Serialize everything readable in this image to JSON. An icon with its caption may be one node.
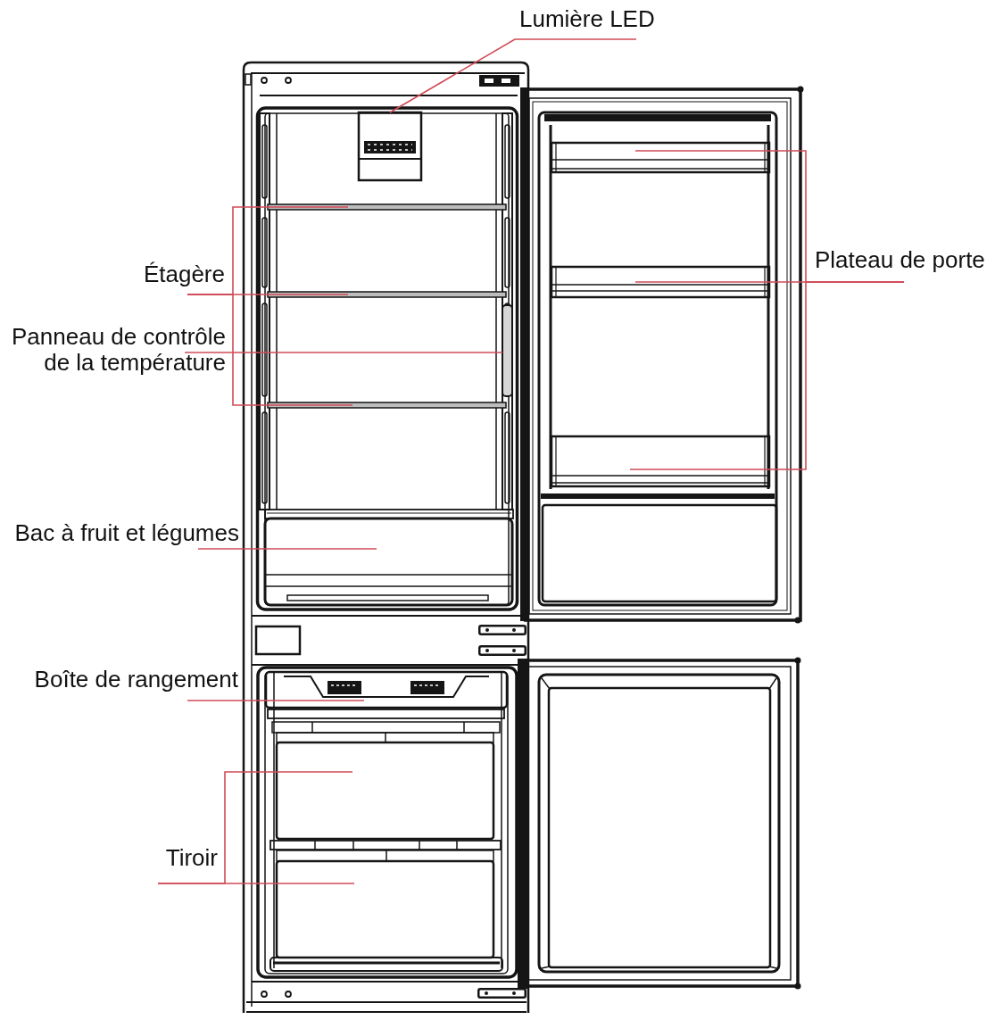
{
  "diagram": {
    "nodes": [
      {
        "text": [
          "Lumière LED"
        ]
      },
      {
        "text": [],
        "shape": "box"
      },
      {
        "text": [
          "Étagère"
        ]
      },
      {
        "text": [],
        "shape": "bar"
      },
      {
        "text": [],
        "shape": "bar"
      },
      {
        "text": [],
        "shape": "bar"
      },
      {
        "text": [
          "Panneau de contrôle de la température"
        ]
      },
      {
        "text": [],
        "shape": "box"
      },
      {
        "text": [
          "Bac à fruit et légumes"
        ]
      },
      {
        "text": [],
        "shape": "box"
      },
      {
        "text": [
          "Boîte de rangement"
        ]
      },
      {
        "text": [],
        "shape": "box"
      },
      {
        "text": [
          "Tiroir"
        ]
      },
      {
        "text": [],
        "shape": "box"
      },
      {
        "text": [],
        "shape": "box"
      },
      {
        "text": [
          "Plateau de porte"
        ]
      },
      {
        "text": [],
        "shape": "box"
      },
      {
        "text": [],
        "shape": "box"
      },
      {
        "text": [],
        "shape": "box"
      }
    ],
    "edges": [
      {
        "from": 0,
        "to": 1,
        "arrow": "none"
      },
      {
        "from": 2,
        "to": 3,
        "arrow": "none"
      },
      {
        "from": 2,
        "to": 4,
        "arrow": "none"
      },
      {
        "from": 2,
        "to": 5,
        "arrow": "none"
      },
      {
        "from": 6,
        "to": 7,
        "arrow": "none"
      },
      {
        "from": 8,
        "to": 9,
        "arrow": "none"
      },
      {
        "from": 10,
        "to": 11,
        "arrow": "none"
      },
      {
        "from": 12,
        "to": 13,
        "arrow": "none"
      },
      {
        "from": 12,
        "to": 14,
        "arrow": "none"
      },
      {
        "from": 15,
        "to": 16,
        "arrow": "none"
      },
      {
        "from": 15,
        "to": 17,
        "arrow": "none"
      },
      {
        "from": 15,
        "to": 18,
        "arrow": "none"
      }
    ]
  }
}
